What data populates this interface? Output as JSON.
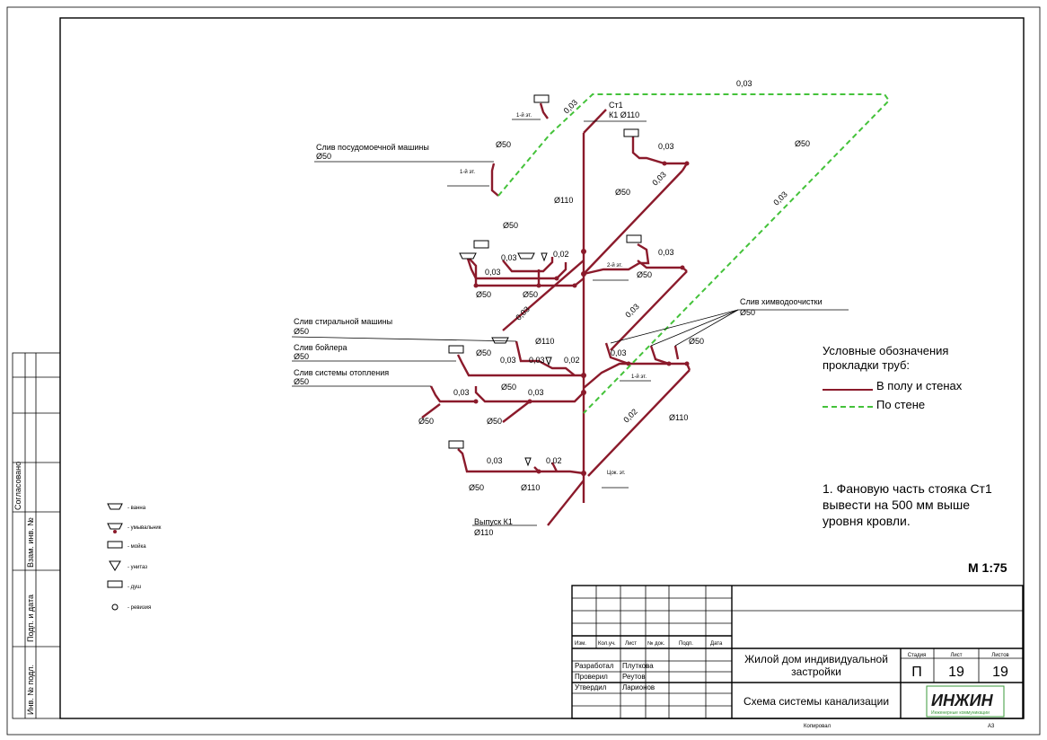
{
  "colors": {
    "pipe": "#8b1a2b",
    "vent": "#44c23a"
  },
  "side_stamp": {
    "agreed": "Согласовано",
    "replace_inv": "Взам. инв. №",
    "sign_date": "Подп. и дата",
    "inv_orig": "Инв. № подл."
  },
  "riser": {
    "name": "Ст1",
    "spec": "К1 Ø110"
  },
  "labels": {
    "dishwasher": "Слив посудомоечной машины",
    "dishwasher_d": "Ø50",
    "washing": "Слив стиральной машины",
    "washing_d": "Ø50",
    "boiler": "Слив бойлера",
    "boiler_d": "Ø50",
    "heating": "Слив системы отопления",
    "heating_d": "Ø50",
    "chem": "Слив химводоочистки",
    "chem_d": "Ø50",
    "outlet": "Выпуск К1",
    "outlet_d": "Ø110"
  },
  "levels": {
    "l3": "1-й эт.",
    "l2": "2-й эт.",
    "l1": "1-й эт.",
    "l0": "Цок. эт.",
    "l4": "1-й эт."
  },
  "annotations": {
    "slope_003": "0,03",
    "slope_002": "0,02",
    "d50": "Ø50",
    "d110": "Ø110"
  },
  "legend_right": {
    "title": "Условные обозначения",
    "title2": "прокладки труб:",
    "pipe_label": "В полу и стенах",
    "vent_label": "По стене"
  },
  "note": {
    "line1": "1. Фановую часть стояка Ст1",
    "line2": "вывести на 500 мм выше",
    "line3": "уровня кровли."
  },
  "scale": "М 1:75",
  "legend_left": [
    {
      "icon": "bath-icon",
      "label": "- ванна"
    },
    {
      "icon": "washbasin-icon",
      "label": "- умывальник"
    },
    {
      "icon": "sink-icon",
      "label": "- мойка"
    },
    {
      "icon": "toilet-icon",
      "label": "- унитаз"
    },
    {
      "icon": "shower-icon",
      "label": "- душ"
    },
    {
      "icon": "cleanout-icon",
      "label": "- ревизия"
    }
  ],
  "title_block": {
    "col_headers": [
      "Изм.",
      "Кол.уч.",
      "Лист",
      "№ док.",
      "Подп.",
      "Дата"
    ],
    "roles": [
      {
        "role": "Разработал",
        "name": "Плуткова"
      },
      {
        "role": "Проверил",
        "name": "Реутов"
      },
      {
        "role": "Утвердил",
        "name": "Ларионов"
      }
    ],
    "project": "Жилой дом индивидуальной",
    "project2": "застройки",
    "stage_h": "Стадия",
    "sheet_h": "Лист",
    "sheets_h": "Листов",
    "stage": "П",
    "sheet": "19",
    "sheets": "19",
    "drawing": "Схема системы канализации",
    "logo": "ИНЖИН",
    "logo_sub": "Инженерные коммуникации",
    "copied": "Копировал",
    "format": "А3"
  }
}
